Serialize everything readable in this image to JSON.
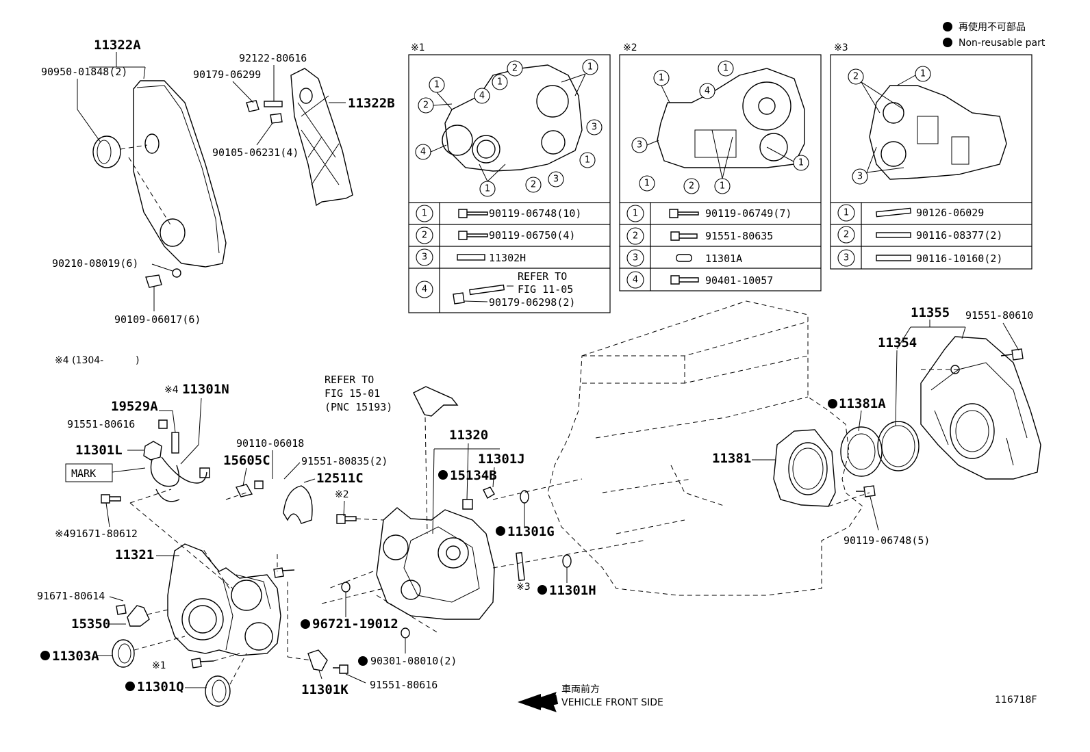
{
  "legend": {
    "jp": "再使用不可部品",
    "en": "Non-reusable part"
  },
  "figure_number": "116718F",
  "front_note": {
    "jp": "車両前方",
    "en": "VEHICLE FRONT SIDE"
  },
  "insets": [
    {
      "id": "※1",
      "rows": [
        {
          "n": "1",
          "part": "90119-06748(10)"
        },
        {
          "n": "2",
          "part": "90119-06750(4)"
        },
        {
          "n": "3",
          "part": "11302H"
        },
        {
          "n": "4",
          "part": "90179-06298(2)",
          "ref1": "REFER TO",
          "ref2": "FIG 11-05"
        }
      ]
    },
    {
      "id": "※2",
      "rows": [
        {
          "n": "1",
          "part": "90119-06749(7)"
        },
        {
          "n": "2",
          "part": "91551-80635"
        },
        {
          "n": "3",
          "part": "11301A"
        },
        {
          "n": "4",
          "part": "90401-10057"
        }
      ]
    },
    {
      "id": "※3",
      "rows": [
        {
          "n": "1",
          "part": "90126-06029"
        },
        {
          "n": "2",
          "part": "90116-08377(2)"
        },
        {
          "n": "3",
          "part": "90116-10160(2)"
        }
      ]
    }
  ],
  "note4": "※4 (1304-",
  "refer": {
    "l1": "REFER TO",
    "l2": "FIG 15-01",
    "l3": "(PNC 15193)"
  },
  "mark": "MARK",
  "callouts": {
    "p11322A": "11322A",
    "p90950": "90950-01848(2)",
    "p90179_299": "90179-06299",
    "p92122": "92122-80616",
    "p11322B": "11322B",
    "p90105": "90105-06231(4)",
    "p90210": "90210-08019(6)",
    "p90109": "90109-06017(6)",
    "p11301N": "11301N",
    "p11301N_mark": "※4",
    "p19529A": "19529A",
    "p91551_616a": "91551-80616",
    "p11301L": "11301L",
    "p91671_612": "※491671-80612",
    "p90110": "90110-06018",
    "p15605C": "15605C",
    "p91551_835": "91551-80835(2)",
    "p12511C": "12511C",
    "p11320": "11320",
    "p11301J": "11301J",
    "p15134B": "15134B",
    "p11301G": "11301G",
    "p11301H": "11301H",
    "p11301H_mark": "※3",
    "p11321": "11321",
    "p91671_614": "91671-80614",
    "p15350": "15350",
    "p11303A": "11303A",
    "p11301Q": "11301Q",
    "p96721": "96721-19012",
    "p90301": "90301-08010(2)",
    "p11301K": "11301K",
    "p91551_616b": "91551-80616",
    "p11355": "11355",
    "p91551_610": "91551-80610",
    "p11354": "11354",
    "p11381A": "11381A",
    "p11381": "11381",
    "p90119_748_5": "90119-06748(5)",
    "mark_x1": "※1",
    "mark_x2": "※2"
  }
}
